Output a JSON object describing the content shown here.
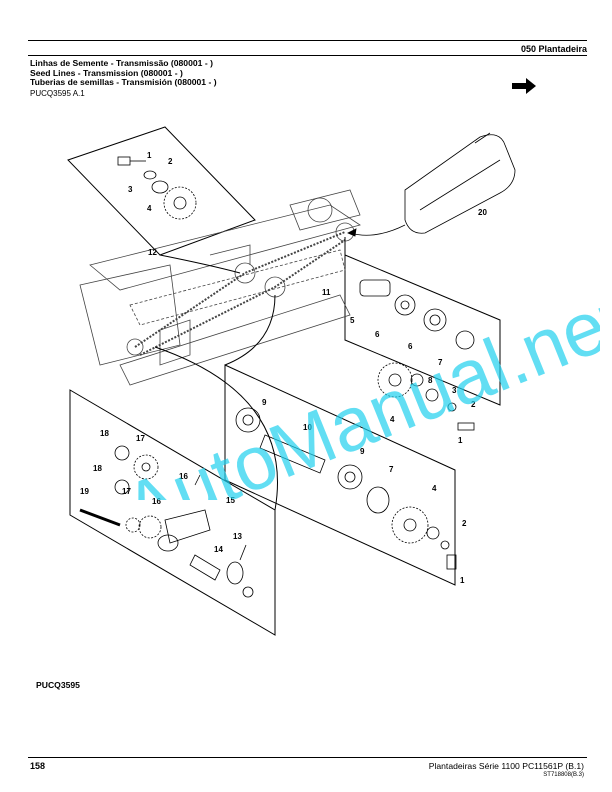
{
  "header": {
    "section": "050  Plantadeira",
    "titles": [
      "Linhas de Semente - Transmissão (080001 - )",
      "Seed Lines - Transmission (080001 - )",
      "Tuberias de semillas - Transmisión (080001 - )"
    ],
    "reference": "PUCQ3595 A.1"
  },
  "figure": {
    "code": "PUCQ3595",
    "callouts": [
      "1",
      "2",
      "3",
      "4",
      "5",
      "6",
      "7",
      "8",
      "9",
      "10",
      "11",
      "12",
      "13",
      "14",
      "15",
      "16",
      "17",
      "18",
      "19",
      "20"
    ]
  },
  "watermark": "AutoManual.net",
  "footer": {
    "page": "158",
    "book": "Plantadeiras Série 1100    PC11561P    (B.1)",
    "code": "ST718808(B.3)"
  },
  "colors": {
    "ink": "#000000",
    "watermark": "#1fd0ee"
  }
}
